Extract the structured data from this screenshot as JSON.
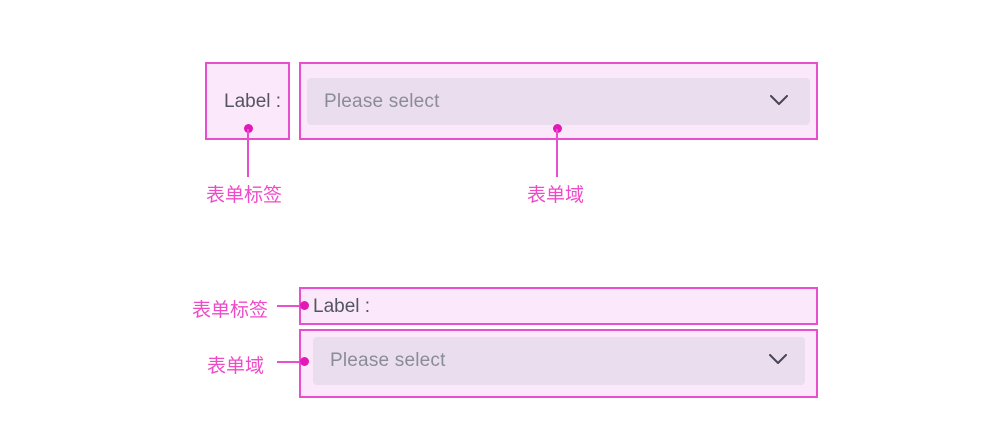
{
  "diagram": {
    "title": "Form layout annotation diagram",
    "colors": {
      "accent_border": "#e84fd0",
      "accent_dot": "#e219b7",
      "callout_text": "#ef4bc8",
      "box_fill": "#fbe9fb",
      "control_fill": "#eadeee",
      "placeholder_text": "#8b8b96",
      "label_text": "#555560",
      "page_background": "#ffffff"
    }
  },
  "horizontal_form": {
    "label_region": {
      "label_text": "Label :",
      "callout": "表单标签"
    },
    "field_region": {
      "placeholder": "Please select",
      "chevron_icon": "chevron-down-icon",
      "callout": "表单域"
    }
  },
  "vertical_form": {
    "label_region": {
      "label_text": "Label :",
      "callout": "表单标签"
    },
    "field_region": {
      "placeholder": "Please select",
      "chevron_icon": "chevron-down-icon",
      "callout": "表单域"
    }
  }
}
